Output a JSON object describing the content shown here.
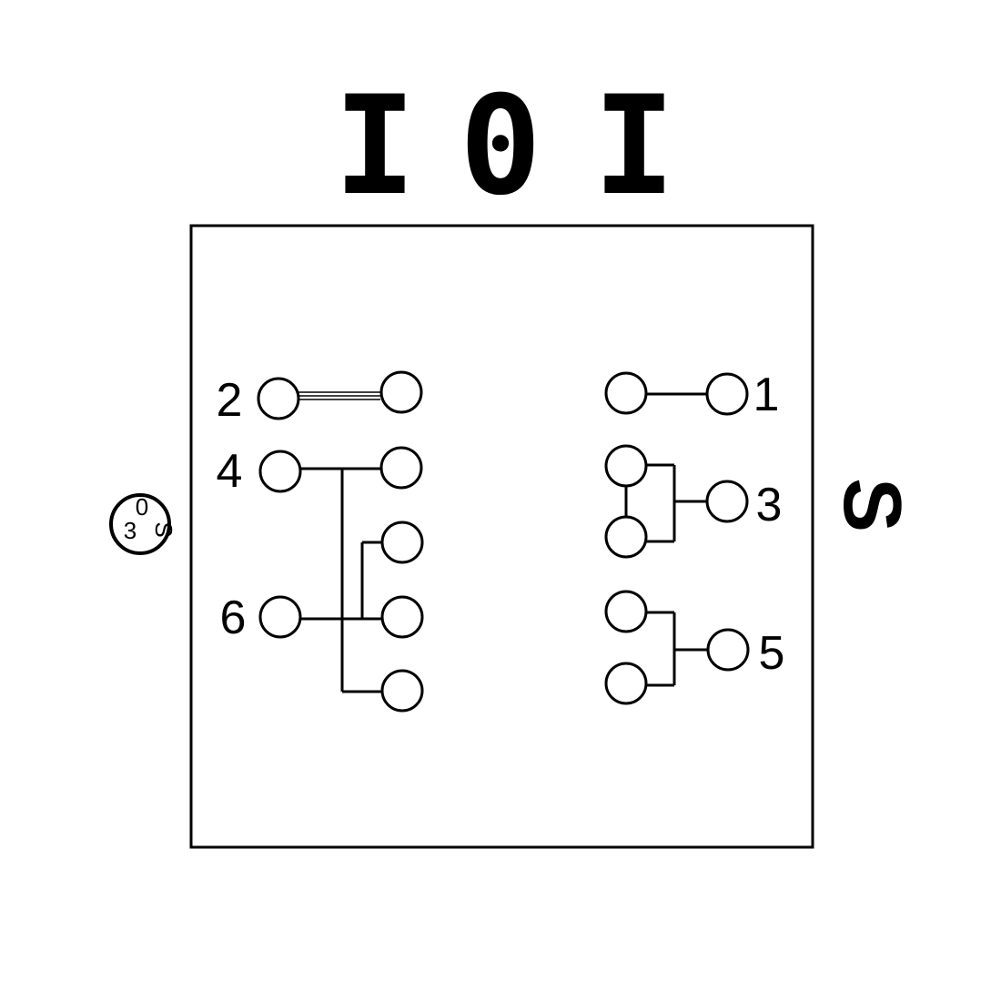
{
  "positions": {
    "left": "I",
    "center": "0",
    "right": "I"
  },
  "side_label": "S",
  "badge": {
    "top": "0",
    "bottom_left": "3",
    "bottom_right": "S"
  },
  "terminals": {
    "t1": "1",
    "t2": "2",
    "t3": "3",
    "t4": "4",
    "t5": "5",
    "t6": "6"
  }
}
